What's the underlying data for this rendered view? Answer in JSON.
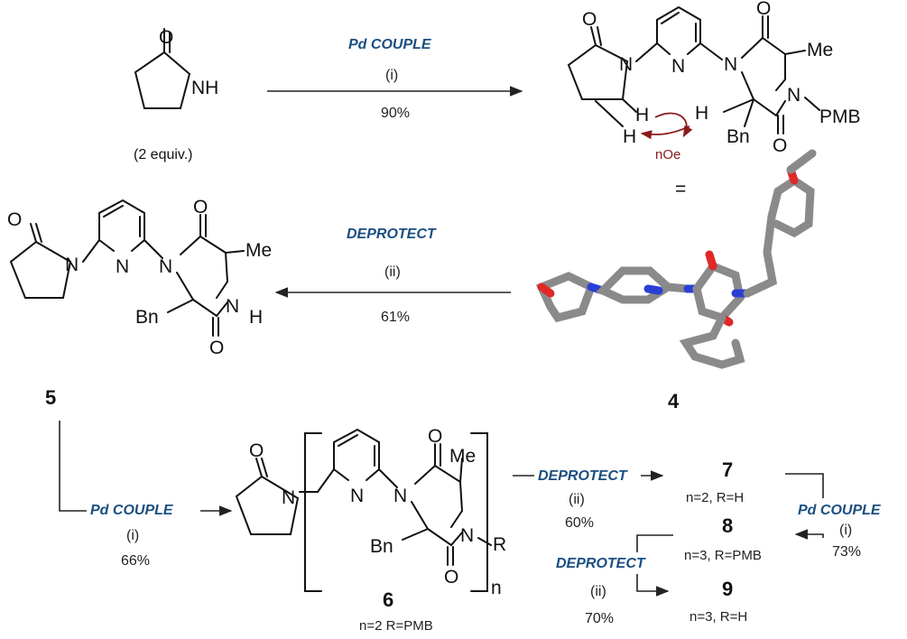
{
  "colors": {
    "step_label": "#1b4f80",
    "noe": "#8b1a1a",
    "carbon": "#8a8a8a",
    "nitrogen": "#2b3fd6",
    "oxygen": "#e02828"
  },
  "reagent": {
    "equiv": "(2 equiv.)"
  },
  "steps": {
    "s1": {
      "name": "Pd COUPLE",
      "code": "(i)",
      "yield": "90%"
    },
    "s2": {
      "name": "DEPROTECT",
      "code": "(ii)",
      "yield": "61%"
    },
    "s3": {
      "name": "Pd COUPLE",
      "code": "(i)",
      "yield": "66%"
    },
    "s4": {
      "name": "DEPROTECT",
      "code": "(ii)",
      "yield": "60%"
    },
    "s5": {
      "name": "Pd COUPLE",
      "code": "(i)",
      "yield": "73%"
    },
    "s6": {
      "name": "DEPROTECT",
      "code": "(ii)",
      "yield": "70%"
    }
  },
  "compounds": {
    "c4": {
      "label": "4"
    },
    "c5": {
      "label": "5"
    },
    "c6": {
      "label": "6",
      "desc": "n=2 R=PMB"
    },
    "c7": {
      "label": "7",
      "desc": "n=2, R=H"
    },
    "c8": {
      "label": "8",
      "desc": "n=3, R=PMB"
    },
    "c9": {
      "label": "9",
      "desc": "n=3, R=H"
    }
  },
  "atoms": {
    "O": "O",
    "N": "N",
    "NH": "NH",
    "H": "H",
    "Me": "Me",
    "Bn": "Bn",
    "PMB": "PMB",
    "R": "R",
    "n": "n"
  },
  "noe": "nOe",
  "equals": "="
}
